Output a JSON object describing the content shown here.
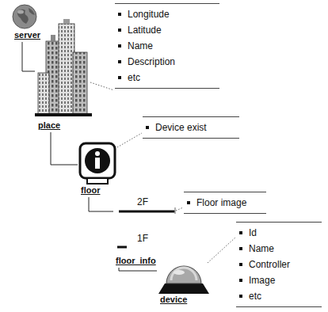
{
  "diagram": {
    "nodes": [
      {
        "text": [
          "server"
        ]
      },
      {
        "text": [
          "place"
        ]
      },
      {
        "text": [
          "floor"
        ]
      },
      {
        "text": [
          "floor_info"
        ]
      },
      {
        "text": [
          "device"
        ]
      }
    ],
    "edges": [
      {
        "from": 0,
        "to": 1,
        "arrow": "none"
      },
      {
        "from": 1,
        "to": 2,
        "arrow": "none"
      },
      {
        "from": 2,
        "to": 3,
        "arrow": "none"
      },
      {
        "from": 3,
        "to": 4,
        "arrow": "none"
      }
    ],
    "labels": [
      "Longitude",
      "Latitude",
      "Name",
      "Description",
      "etc",
      "Device exist",
      "2F",
      "1F",
      "Floor image",
      "Id",
      "Name",
      "Controller",
      "Image",
      "etc"
    ]
  }
}
